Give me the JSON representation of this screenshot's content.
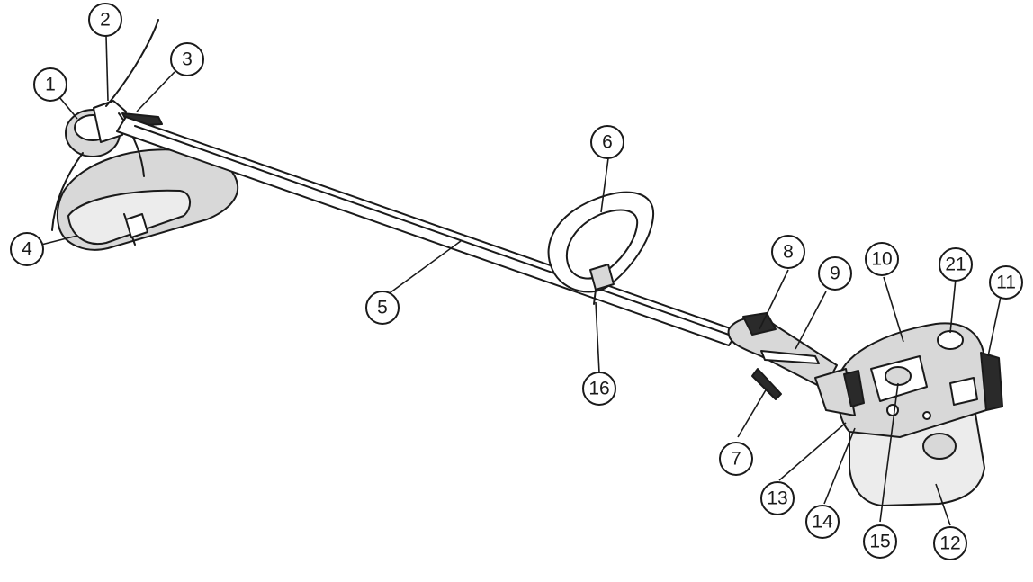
{
  "callouts": [
    {
      "id": "c1",
      "number": "1"
    },
    {
      "id": "c2",
      "number": "2"
    },
    {
      "id": "c3",
      "number": "3"
    },
    {
      "id": "c4",
      "number": "4"
    },
    {
      "id": "c5",
      "number": "5"
    },
    {
      "id": "c6",
      "number": "6"
    },
    {
      "id": "c7",
      "number": "7"
    },
    {
      "id": "c8",
      "number": "8"
    },
    {
      "id": "c9",
      "number": "9"
    },
    {
      "id": "c10",
      "number": "10"
    },
    {
      "id": "c11",
      "number": "11"
    },
    {
      "id": "c12",
      "number": "12"
    },
    {
      "id": "c13",
      "number": "13"
    },
    {
      "id": "c14",
      "number": "14"
    },
    {
      "id": "c15",
      "number": "15"
    },
    {
      "id": "c16",
      "number": "16"
    },
    {
      "id": "c21",
      "number": "21"
    }
  ]
}
